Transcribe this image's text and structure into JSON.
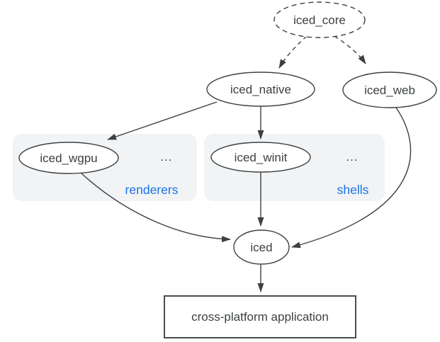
{
  "diagram": {
    "type": "dependency-graph",
    "nodes": {
      "iced_core": {
        "label": "iced_core",
        "shape": "ellipse",
        "border": "dashed"
      },
      "iced_native": {
        "label": "iced_native",
        "shape": "ellipse",
        "border": "solid"
      },
      "iced_web": {
        "label": "iced_web",
        "shape": "ellipse",
        "border": "solid"
      },
      "iced_wgpu": {
        "label": "iced_wgpu",
        "shape": "ellipse",
        "border": "solid",
        "group": "renderers"
      },
      "iced_winit": {
        "label": "iced_winit",
        "shape": "ellipse",
        "border": "solid",
        "group": "shells"
      },
      "iced": {
        "label": "iced",
        "shape": "ellipse",
        "border": "solid"
      },
      "application": {
        "label": "cross-platform application",
        "shape": "rectangle",
        "border": "solid"
      }
    },
    "groups": {
      "renderers": {
        "label": "renderers",
        "more_indicator": "...",
        "label_color": "#1a73e8"
      },
      "shells": {
        "label": "shells",
        "more_indicator": "...",
        "label_color": "#1a73e8"
      }
    },
    "edges": [
      {
        "from": "iced_core",
        "to": "iced_native",
        "style": "dashed"
      },
      {
        "from": "iced_core",
        "to": "iced_web",
        "style": "dashed"
      },
      {
        "from": "iced_native",
        "to": "iced_wgpu",
        "style": "solid"
      },
      {
        "from": "iced_native",
        "to": "iced_winit",
        "style": "solid"
      },
      {
        "from": "iced_wgpu",
        "to": "iced",
        "style": "solid"
      },
      {
        "from": "iced_winit",
        "to": "iced",
        "style": "solid"
      },
      {
        "from": "iced_web",
        "to": "iced",
        "style": "solid"
      },
      {
        "from": "iced",
        "to": "application",
        "style": "solid"
      }
    ],
    "colors": {
      "background": "#ffffff",
      "node_fill": "#ffffff",
      "stroke": "#3c4043",
      "text": "#3c4043",
      "group_background": "#f1f3f4",
      "group_label": "#1a73e8"
    }
  }
}
